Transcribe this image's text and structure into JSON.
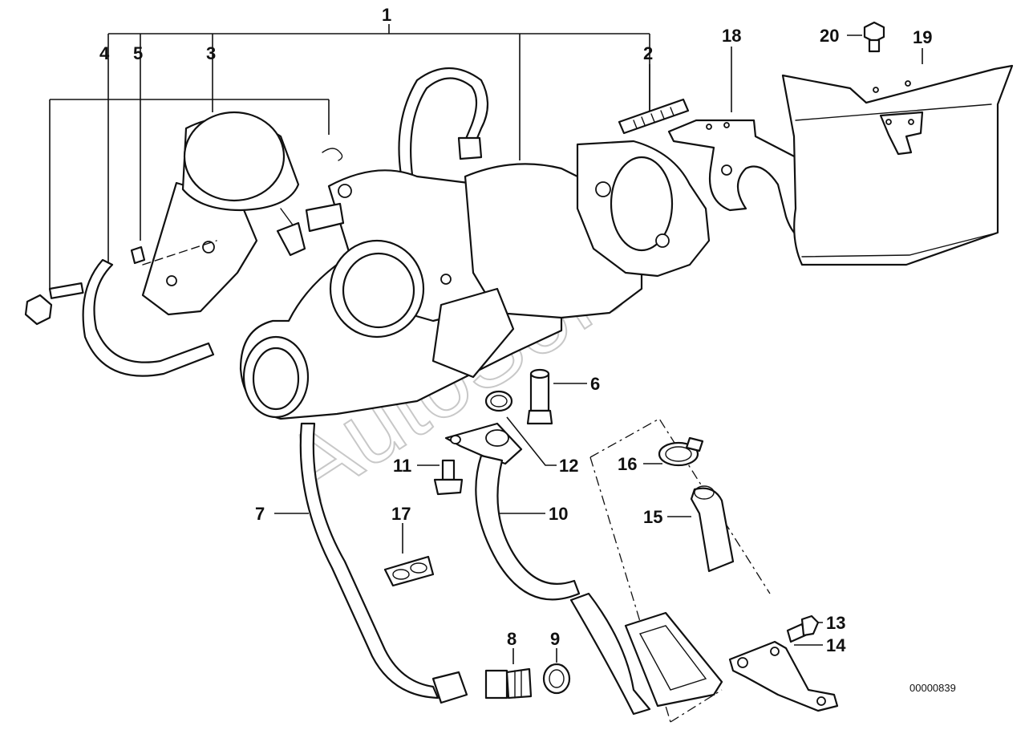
{
  "callouts": [
    {
      "id": "1",
      "text": "1"
    },
    {
      "id": "2",
      "text": "2"
    },
    {
      "id": "3",
      "text": "3"
    },
    {
      "id": "4",
      "text": "4"
    },
    {
      "id": "5",
      "text": "5"
    },
    {
      "id": "6",
      "text": "6"
    },
    {
      "id": "7",
      "text": "7"
    },
    {
      "id": "8",
      "text": "8"
    },
    {
      "id": "9",
      "text": "9"
    },
    {
      "id": "10",
      "text": "10"
    },
    {
      "id": "11",
      "text": "11"
    },
    {
      "id": "12",
      "text": "12"
    },
    {
      "id": "13",
      "text": "13"
    },
    {
      "id": "14",
      "text": "14"
    },
    {
      "id": "15",
      "text": "15"
    },
    {
      "id": "16",
      "text": "16"
    },
    {
      "id": "17",
      "text": "17"
    },
    {
      "id": "18",
      "text": "18"
    },
    {
      "id": "19",
      "text": "19"
    },
    {
      "id": "20",
      "text": "20"
    }
  ],
  "diagram_code": "00000839",
  "watermark": "AutoSoft"
}
